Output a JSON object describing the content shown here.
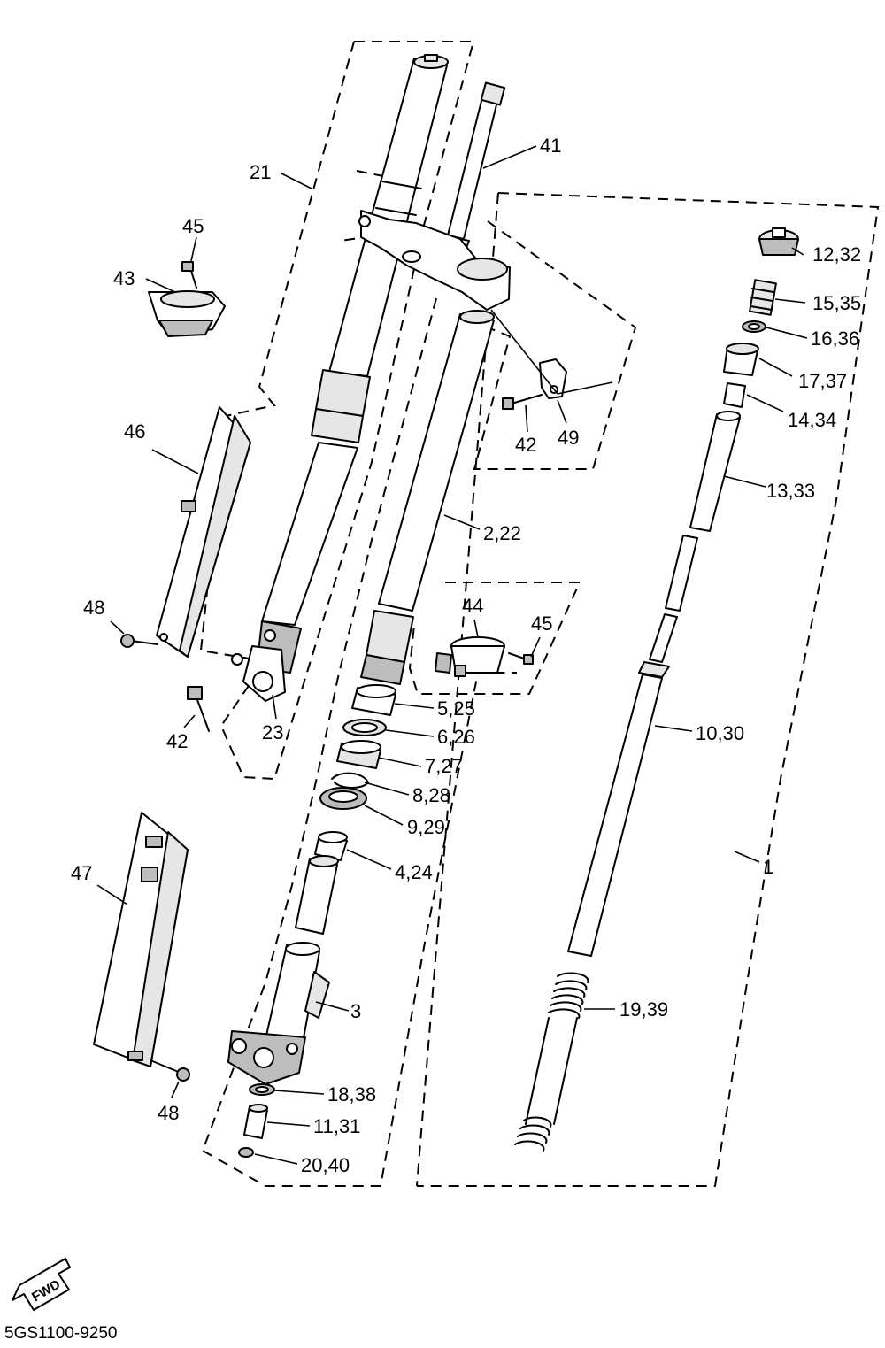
{
  "diagram": {
    "part_labels": [
      "21",
      "45",
      "43",
      "41",
      "12,32",
      "15,35",
      "16,36",
      "17,37",
      "14,34",
      "42",
      "49",
      "46",
      "13,33",
      "2,22",
      "44",
      "45",
      "48",
      "42",
      "23",
      "5,25",
      "6,26",
      "7,27",
      "8,28",
      "9,29",
      "10,30",
      "4,24",
      "1",
      "47",
      "3",
      "19,39",
      "18,38",
      "11,31",
      "48",
      "20,40"
    ],
    "direction_arrow": "FWD",
    "diagram_code": "5GS1100-9250",
    "colors": {
      "line": "#000000",
      "background": "#ffffff",
      "shade": "#bdbdbd"
    }
  }
}
